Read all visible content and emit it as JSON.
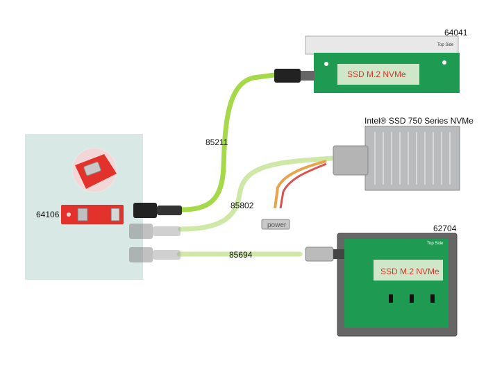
{
  "labels": {
    "product_a": "64041",
    "product_b": "62704",
    "product_host": "64106",
    "cable_a": "85211",
    "cable_b": "85802",
    "cable_c": "85694",
    "ssd_title": "Intel® SSD 750 Series NVMe"
  },
  "card_text": {
    "m2_slot_top": "SSD M.2 NVMe",
    "m2_slot_bottom": "SSD M.2 NVMe",
    "power": "power",
    "top_side": "Top Side"
  },
  "colors": {
    "panel_bg": "#d7e8e5",
    "pcb_green": "#1f9a52",
    "pcb_red": "#e3312c",
    "cable_green": "#a6d94a",
    "cable_green_faded": "#cfe8a8",
    "ssd_gray": "#b9bbbd"
  }
}
